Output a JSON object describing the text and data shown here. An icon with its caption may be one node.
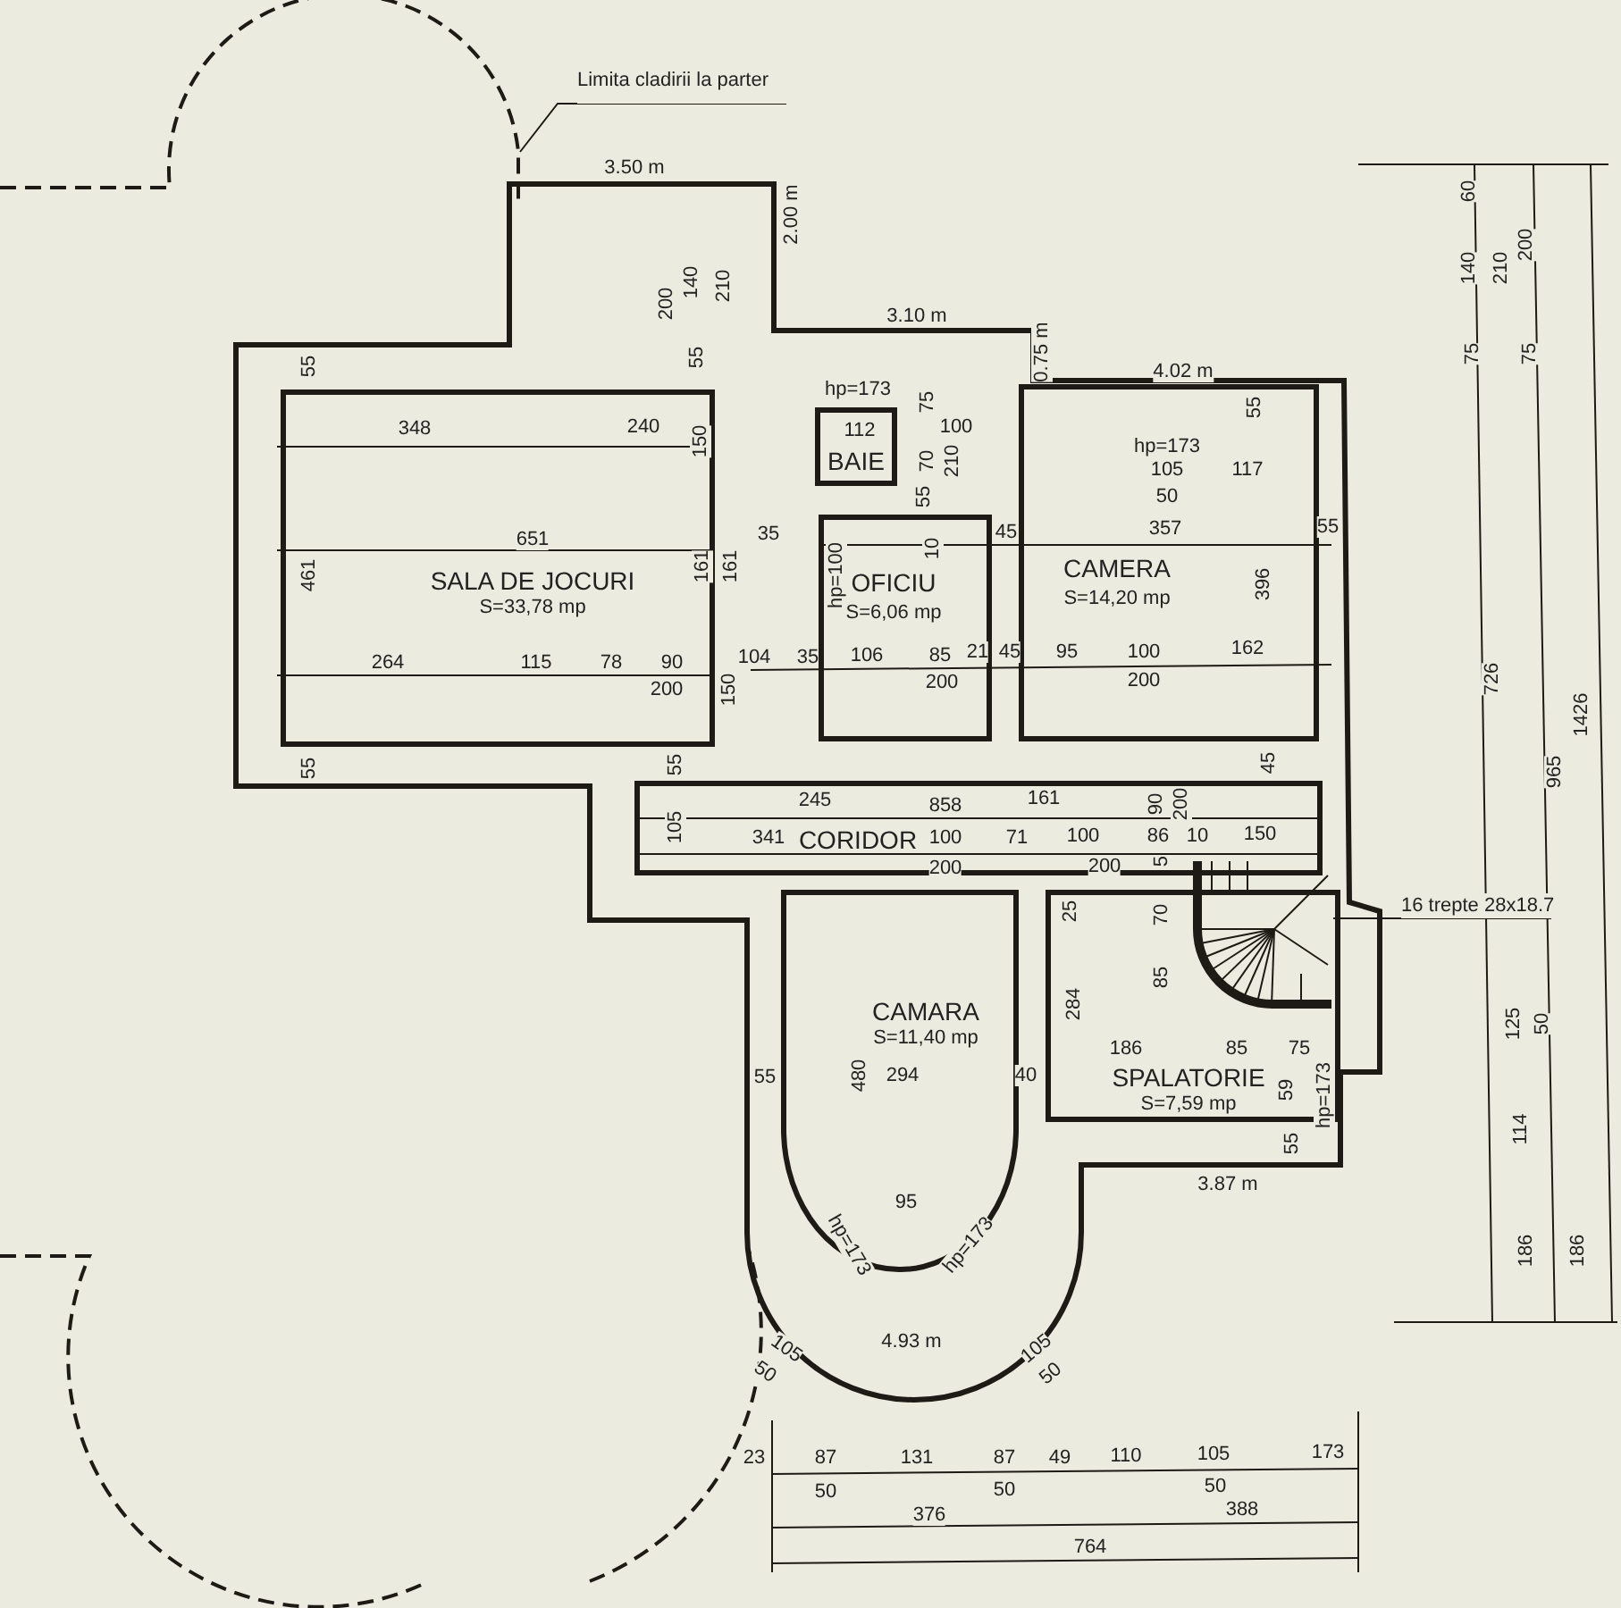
{
  "diagram": {
    "nodes": [
      {
        "text": [
          "Limita cladirii la parter"
        ]
      },
      {
        "text": [],
        "shape": "line"
      },
      {
        "text": [
          "SALA DE JOCURI",
          "S=33,78 mp"
        ]
      },
      {
        "text": [
          "BAIE"
        ]
      },
      {
        "text": [
          "OFICIU",
          "S=6,06 mp"
        ]
      },
      {
        "text": [
          "CAMERA",
          "S=14,20 mp"
        ]
      },
      {
        "text": [
          "CORIDOR"
        ]
      },
      {
        "text": [
          "16 trepte 28x18.7"
        ]
      },
      {
        "text": [],
        "shape": "picture"
      },
      {
        "text": [
          "CAMARA",
          "S=11,40 mp"
        ]
      },
      {
        "text": [
          "SPALATORIE",
          "S=7,59 mp"
        ]
      }
    ],
    "edges": [
      {
        "from": 0,
        "to": 1,
        "arrow": "none"
      },
      {
        "from": 7,
        "to": 8,
        "arrow": "none"
      }
    ],
    "labels": [
      "60",
      "3.50 m",
      "2.00 m",
      "200",
      "140",
      "210",
      "140",
      "210",
      "200",
      "3.10 m",
      "0.75 m",
      "75",
      "75",
      "55",
      "55",
      "4.02 m",
      "hp=173",
      "75",
      "55",
      "348",
      "240",
      "112",
      "100",
      "150",
      "hp=173",
      "70",
      "210",
      "105",
      "117",
      "50",
      "55",
      "651",
      "35",
      "45",
      "357",
      "55",
      "10",
      "461",
      "161",
      "161",
      "hp=100",
      "396",
      "264",
      "115",
      "78",
      "90",
      "104",
      "35",
      "106",
      "85",
      "21",
      "45",
      "95",
      "100",
      "162",
      "726",
      "200",
      "150",
      "200",
      "200",
      "1426",
      "55",
      "55",
      "45",
      "965",
      "245",
      "161",
      "90",
      "200",
      "858",
      "105",
      "341",
      "100",
      "71",
      "100",
      "86",
      "10",
      "150",
      "5",
      "200",
      "200",
      "25",
      "70",
      "85",
      "284",
      "125",
      "50",
      "186",
      "85",
      "75",
      "55",
      "480",
      "294",
      "40",
      "hp=173",
      "59",
      "114",
      "55",
      "3.87 m",
      "95",
      "hp=173",
      "hp=173",
      "186",
      "186",
      "4.93 m",
      "105",
      "50",
      "105",
      "50",
      "23",
      "87",
      "131",
      "87",
      "49",
      "110",
      "105",
      "173",
      "50",
      "50",
      "50",
      "376",
      "388",
      "764"
    ]
  }
}
